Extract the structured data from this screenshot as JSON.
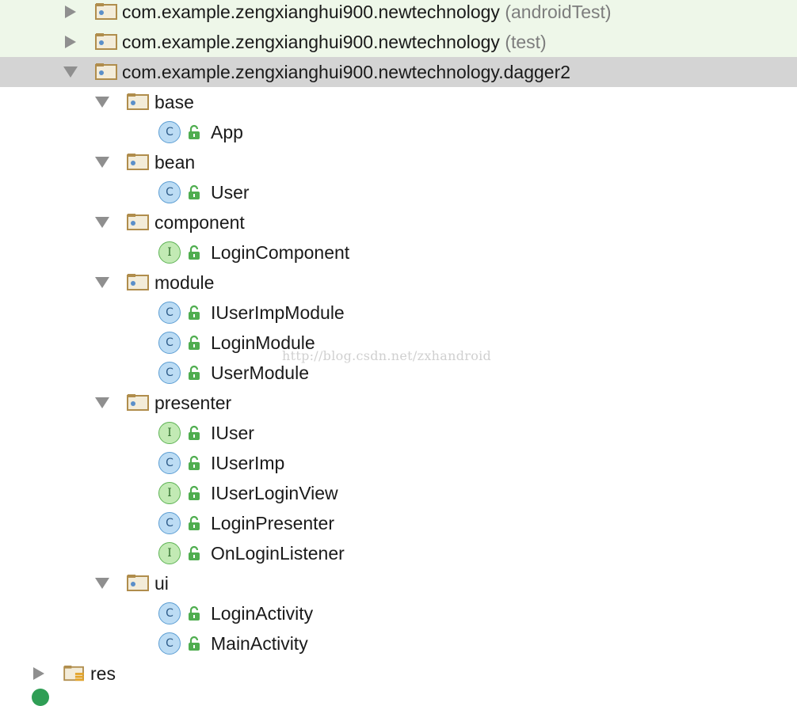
{
  "tree": {
    "packages": [
      {
        "name": "com.example.zengxianghui900.newtechnology",
        "suffix": " (androidTest)"
      },
      {
        "name": "com.example.zengxianghui900.newtechnology",
        "suffix": " (test)"
      },
      {
        "name": "com.example.zengxianghui900.newtechnology.dagger2"
      }
    ],
    "folders": [
      {
        "name": "base",
        "items": [
          {
            "kind": "C",
            "name": "App"
          }
        ]
      },
      {
        "name": "bean",
        "items": [
          {
            "kind": "C",
            "name": "User"
          }
        ]
      },
      {
        "name": "component",
        "items": [
          {
            "kind": "I",
            "name": "LoginComponent"
          }
        ]
      },
      {
        "name": "module",
        "items": [
          {
            "kind": "C",
            "name": "IUserImpModule"
          },
          {
            "kind": "C",
            "name": "LoginModule"
          },
          {
            "kind": "C",
            "name": "UserModule"
          }
        ]
      },
      {
        "name": "presenter",
        "items": [
          {
            "kind": "I",
            "name": "IUser"
          },
          {
            "kind": "C",
            "name": "IUserImp"
          },
          {
            "kind": "I",
            "name": "IUserLoginView"
          },
          {
            "kind": "C",
            "name": "LoginPresenter"
          },
          {
            "kind": "I",
            "name": "OnLoginListener"
          }
        ]
      },
      {
        "name": "ui",
        "items": [
          {
            "kind": "C",
            "name": "LoginActivity"
          },
          {
            "kind": "C",
            "name": "MainActivity"
          }
        ]
      }
    ],
    "res": {
      "name": "res"
    }
  },
  "watermark": "http://blog.csdn.net/zxhandroid",
  "colors": {
    "test_row_bg": "#eef7e9",
    "selected_row_bg": "#d4d4d4",
    "class_badge": "#bcdcf4",
    "interface_badge": "#c2eab4",
    "folder": "#c0a36a",
    "lock": "#4fad4f"
  }
}
